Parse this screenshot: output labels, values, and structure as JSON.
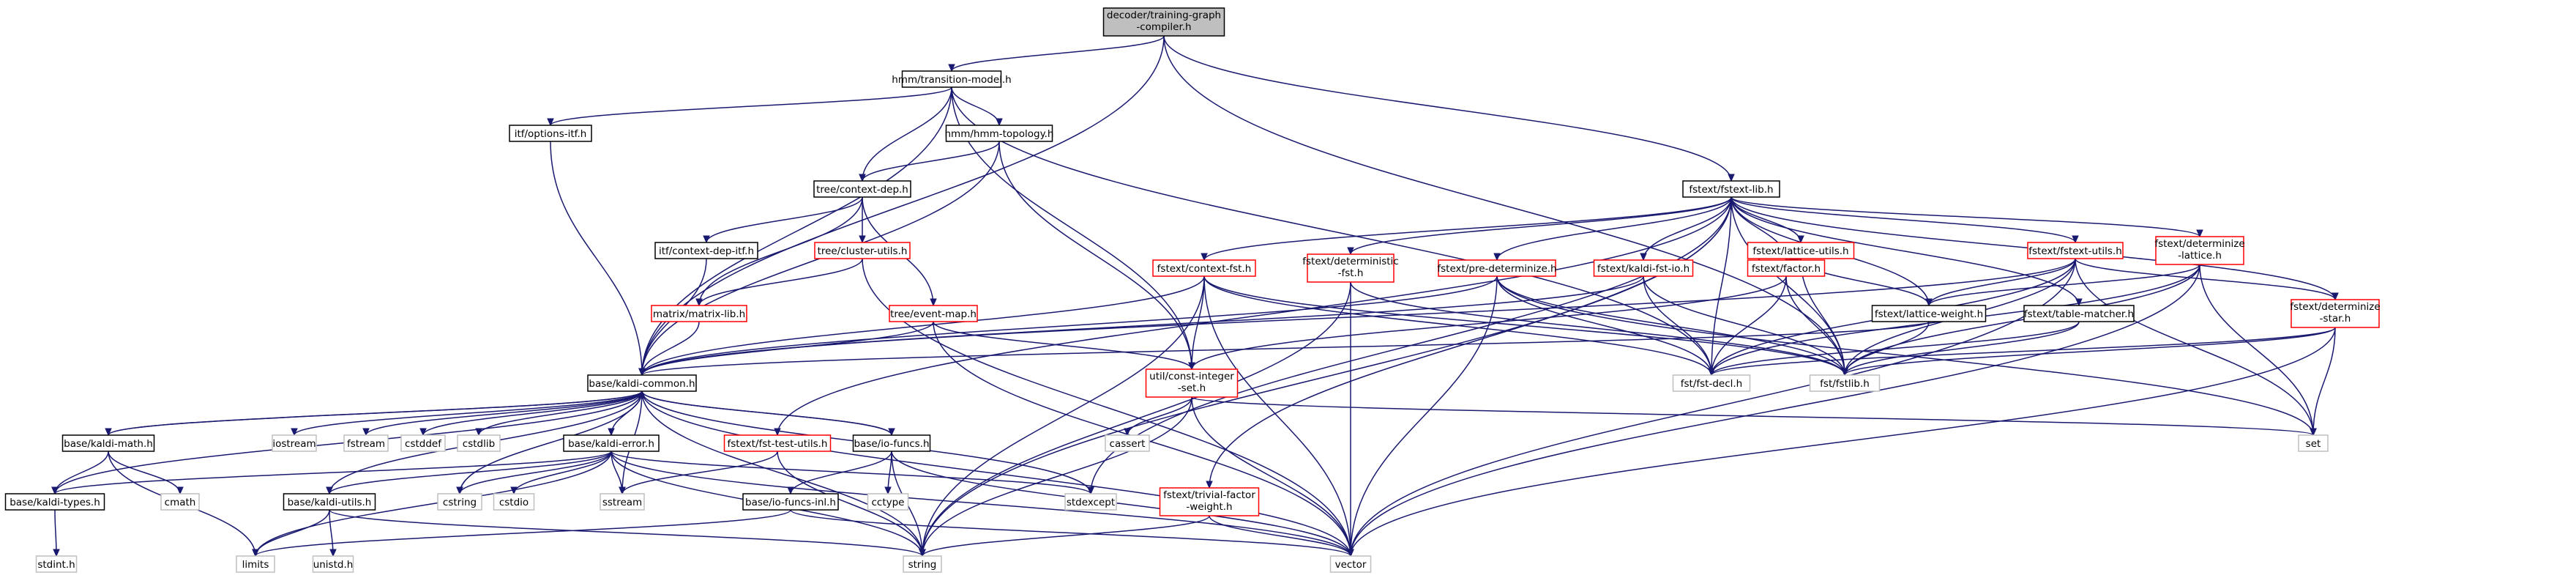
{
  "colors": {
    "edge": "#191970",
    "root_fill": "#bfbfbf",
    "normal": "#000000",
    "red": "#ff0000",
    "std": "#bfbfbf"
  },
  "nodes": [
    {
      "id": "root",
      "lines": [
        "decoder/training-graph",
        "-compiler.h"
      ],
      "kind": "root"
    },
    {
      "id": "tm",
      "lines": [
        "hmm/transition-model.h"
      ],
      "kind": "normal"
    },
    {
      "id": "itfopt",
      "lines": [
        "itf/options-itf.h"
      ],
      "kind": "normal"
    },
    {
      "id": "topo",
      "lines": [
        "hmm/hmm-topology.h"
      ],
      "kind": "normal"
    },
    {
      "id": "ctxdep",
      "lines": [
        "tree/context-dep.h"
      ],
      "kind": "normal"
    },
    {
      "id": "itfctx",
      "lines": [
        "itf/context-dep-itf.h"
      ],
      "kind": "normal"
    },
    {
      "id": "cluster",
      "lines": [
        "tree/cluster-utils.h"
      ],
      "kind": "red"
    },
    {
      "id": "matrix",
      "lines": [
        "matrix/matrix-lib.h"
      ],
      "kind": "red"
    },
    {
      "id": "evmap",
      "lines": [
        "tree/event-map.h"
      ],
      "kind": "red"
    },
    {
      "id": "fstlib",
      "lines": [
        "fstext/fstext-lib.h"
      ],
      "kind": "normal"
    },
    {
      "id": "ctxfst",
      "lines": [
        "fstext/context-fst.h"
      ],
      "kind": "red"
    },
    {
      "id": "detfst",
      "lines": [
        "fstext/deterministic",
        "-fst.h"
      ],
      "kind": "red"
    },
    {
      "id": "predet",
      "lines": [
        "fstext/pre-determinize.h"
      ],
      "kind": "red"
    },
    {
      "id": "latutil",
      "lines": [
        "fstext/lattice-utils.h"
      ],
      "kind": "red"
    },
    {
      "id": "kaldiio",
      "lines": [
        "fstext/kaldi-fst-io.h"
      ],
      "kind": "red"
    },
    {
      "id": "factor",
      "lines": [
        "fstext/factor.h"
      ],
      "kind": "red"
    },
    {
      "id": "fstutil",
      "lines": [
        "fstext/fstext-utils.h"
      ],
      "kind": "red"
    },
    {
      "id": "detlat",
      "lines": [
        "fstext/determinize",
        "-lattice.h"
      ],
      "kind": "red"
    },
    {
      "id": "latw",
      "lines": [
        "fstext/lattice-weight.h"
      ],
      "kind": "normal"
    },
    {
      "id": "tablem",
      "lines": [
        "fstext/table-matcher.h"
      ],
      "kind": "normal"
    },
    {
      "id": "detstar",
      "lines": [
        "fstext/determinize",
        "-star.h"
      ],
      "kind": "red"
    },
    {
      "id": "common",
      "lines": [
        "base/kaldi-common.h"
      ],
      "kind": "normal"
    },
    {
      "id": "constint",
      "lines": [
        "util/const-integer",
        "-set.h"
      ],
      "kind": "red"
    },
    {
      "id": "fstdecl",
      "lines": [
        "fst/fst-decl.h"
      ],
      "kind": "std"
    },
    {
      "id": "fstfstlib",
      "lines": [
        "fst/fstlib.h"
      ],
      "kind": "std"
    },
    {
      "id": "math",
      "lines": [
        "base/kaldi-math.h"
      ],
      "kind": "normal"
    },
    {
      "id": "iostream",
      "lines": [
        "iostream"
      ],
      "kind": "std"
    },
    {
      "id": "fstream",
      "lines": [
        "fstream"
      ],
      "kind": "std"
    },
    {
      "id": "cstddef",
      "lines": [
        "cstddef"
      ],
      "kind": "std"
    },
    {
      "id": "cstdlib",
      "lines": [
        "cstdlib"
      ],
      "kind": "std"
    },
    {
      "id": "error",
      "lines": [
        "base/kaldi-error.h"
      ],
      "kind": "normal"
    },
    {
      "id": "fsttest",
      "lines": [
        "fstext/fst-test-utils.h"
      ],
      "kind": "red"
    },
    {
      "id": "iofuncs",
      "lines": [
        "base/io-funcs.h"
      ],
      "kind": "normal"
    },
    {
      "id": "cassert",
      "lines": [
        "cassert"
      ],
      "kind": "std"
    },
    {
      "id": "set",
      "lines": [
        "set"
      ],
      "kind": "std"
    },
    {
      "id": "types",
      "lines": [
        "base/kaldi-types.h"
      ],
      "kind": "normal"
    },
    {
      "id": "cmath",
      "lines": [
        "cmath"
      ],
      "kind": "std"
    },
    {
      "id": "utils",
      "lines": [
        "base/kaldi-utils.h"
      ],
      "kind": "normal"
    },
    {
      "id": "cstring",
      "lines": [
        "cstring"
      ],
      "kind": "std"
    },
    {
      "id": "cstdio",
      "lines": [
        "cstdio"
      ],
      "kind": "std"
    },
    {
      "id": "sstream",
      "lines": [
        "sstream"
      ],
      "kind": "std"
    },
    {
      "id": "cctype",
      "lines": [
        "cctype"
      ],
      "kind": "std"
    },
    {
      "id": "iofinl",
      "lines": [
        "base/io-funcs-inl.h"
      ],
      "kind": "normal"
    },
    {
      "id": "stdexcept",
      "lines": [
        "stdexcept"
      ],
      "kind": "std"
    },
    {
      "id": "trivial",
      "lines": [
        "fstext/trivial-factor",
        "-weight.h"
      ],
      "kind": "red"
    },
    {
      "id": "stdint",
      "lines": [
        "stdint.h"
      ],
      "kind": "std"
    },
    {
      "id": "limits",
      "lines": [
        "limits"
      ],
      "kind": "std"
    },
    {
      "id": "unistd",
      "lines": [
        "unistd.h"
      ],
      "kind": "std"
    },
    {
      "id": "string",
      "lines": [
        "string"
      ],
      "kind": "std"
    },
    {
      "id": "vector",
      "lines": [
        "vector"
      ],
      "kind": "std"
    }
  ],
  "edges": [
    [
      "root",
      "tm"
    ],
    [
      "root",
      "fstlib"
    ],
    [
      "root",
      "common"
    ],
    [
      "root",
      "fstfstlib"
    ],
    [
      "tm",
      "itfopt"
    ],
    [
      "tm",
      "topo"
    ],
    [
      "tm",
      "ctxdep"
    ],
    [
      "tm",
      "common"
    ],
    [
      "tm",
      "constint"
    ],
    [
      "tm",
      "fstdecl"
    ],
    [
      "itfopt",
      "common"
    ],
    [
      "topo",
      "ctxdep"
    ],
    [
      "topo",
      "common"
    ],
    [
      "topo",
      "constint"
    ],
    [
      "ctxdep",
      "itfctx"
    ],
    [
      "ctxdep",
      "cluster"
    ],
    [
      "ctxdep",
      "matrix"
    ],
    [
      "ctxdep",
      "evmap"
    ],
    [
      "itfctx",
      "common"
    ],
    [
      "cluster",
      "matrix"
    ],
    [
      "cluster",
      "vector"
    ],
    [
      "matrix",
      "common"
    ],
    [
      "evmap",
      "common"
    ],
    [
      "evmap",
      "constint"
    ],
    [
      "evmap",
      "vector"
    ],
    [
      "fstlib",
      "ctxfst"
    ],
    [
      "fstlib",
      "detfst"
    ],
    [
      "fstlib",
      "predet"
    ],
    [
      "fstlib",
      "latutil"
    ],
    [
      "fstlib",
      "kaldiio"
    ],
    [
      "fstlib",
      "factor"
    ],
    [
      "fstlib",
      "fstutil"
    ],
    [
      "fstlib",
      "detlat"
    ],
    [
      "fstlib",
      "latw"
    ],
    [
      "fstlib",
      "tablem"
    ],
    [
      "fstlib",
      "detstar"
    ],
    [
      "fstlib",
      "fstdecl"
    ],
    [
      "fstlib",
      "fstfstlib"
    ],
    [
      "fstlib",
      "fsttest"
    ],
    [
      "fstlib",
      "trivial"
    ],
    [
      "fstlib",
      "string"
    ],
    [
      "fstlib",
      "stdexcept"
    ],
    [
      "ctxfst",
      "common"
    ],
    [
      "ctxfst",
      "constint"
    ],
    [
      "ctxfst",
      "fstdecl"
    ],
    [
      "ctxfst",
      "fstfstlib"
    ],
    [
      "ctxfst",
      "string"
    ],
    [
      "ctxfst",
      "vector"
    ],
    [
      "detfst",
      "fstfstlib"
    ],
    [
      "detfst",
      "string"
    ],
    [
      "detfst",
      "vector"
    ],
    [
      "predet",
      "common"
    ],
    [
      "predet",
      "fstdecl"
    ],
    [
      "predet",
      "fstfstlib"
    ],
    [
      "predet",
      "set"
    ],
    [
      "predet",
      "vector"
    ],
    [
      "latutil",
      "factor"
    ],
    [
      "latutil",
      "latw"
    ],
    [
      "latutil",
      "fstfstlib"
    ],
    [
      "kaldiio",
      "common"
    ],
    [
      "kaldiio",
      "fstdecl"
    ],
    [
      "kaldiio",
      "fstfstlib"
    ],
    [
      "factor",
      "constint"
    ],
    [
      "factor",
      "fstdecl"
    ],
    [
      "factor",
      "fstfstlib"
    ],
    [
      "fstutil",
      "common"
    ],
    [
      "fstutil",
      "latw"
    ],
    [
      "fstutil",
      "detstar"
    ],
    [
      "fstutil",
      "fstdecl"
    ],
    [
      "fstutil",
      "fstfstlib"
    ],
    [
      "fstutil",
      "set"
    ],
    [
      "fstutil",
      "vector"
    ],
    [
      "detlat",
      "latw"
    ],
    [
      "detlat",
      "fstdecl"
    ],
    [
      "detlat",
      "fstfstlib"
    ],
    [
      "detlat",
      "set"
    ],
    [
      "detlat",
      "vector"
    ],
    [
      "latw",
      "common"
    ],
    [
      "latw",
      "fstfstlib"
    ],
    [
      "tablem",
      "fstdecl"
    ],
    [
      "tablem",
      "fstfstlib"
    ],
    [
      "detstar",
      "fstdecl"
    ],
    [
      "detstar",
      "fstfstlib"
    ],
    [
      "detstar",
      "set"
    ],
    [
      "detstar",
      "vector"
    ],
    [
      "common",
      "math"
    ],
    [
      "common",
      "iostream"
    ],
    [
      "common",
      "fstream"
    ],
    [
      "common",
      "cstddef"
    ],
    [
      "common",
      "cstdlib"
    ],
    [
      "common",
      "error"
    ],
    [
      "common",
      "iofuncs"
    ],
    [
      "common",
      "types"
    ],
    [
      "common",
      "utils"
    ],
    [
      "common",
      "cstring"
    ],
    [
      "common",
      "sstream"
    ],
    [
      "common",
      "string"
    ],
    [
      "common",
      "vector"
    ],
    [
      "common",
      "stdexcept"
    ],
    [
      "constint",
      "cassert"
    ],
    [
      "constint",
      "set"
    ],
    [
      "constint",
      "vector"
    ],
    [
      "constint",
      "string"
    ],
    [
      "math",
      "types"
    ],
    [
      "math",
      "cmath"
    ],
    [
      "math",
      "limits"
    ],
    [
      "math",
      "common"
    ],
    [
      "error",
      "types"
    ],
    [
      "error",
      "utils"
    ],
    [
      "error",
      "cstring"
    ],
    [
      "error",
      "cstdio"
    ],
    [
      "error",
      "sstream"
    ],
    [
      "error",
      "stdexcept"
    ],
    [
      "error",
      "vector"
    ],
    [
      "error",
      "string"
    ],
    [
      "error",
      "limits"
    ],
    [
      "fsttest",
      "sstream"
    ],
    [
      "fsttest",
      "string"
    ],
    [
      "iofuncs",
      "common"
    ],
    [
      "iofuncs",
      "cctype"
    ],
    [
      "iofuncs",
      "iofinl"
    ],
    [
      "iofuncs",
      "string"
    ],
    [
      "iofuncs",
      "vector"
    ],
    [
      "types",
      "stdint"
    ],
    [
      "utils",
      "limits"
    ],
    [
      "utils",
      "unistd"
    ],
    [
      "utils",
      "string"
    ],
    [
      "iofinl",
      "limits"
    ],
    [
      "iofinl",
      "vector"
    ],
    [
      "trivial",
      "string"
    ],
    [
      "trivial",
      "vector"
    ]
  ]
}
